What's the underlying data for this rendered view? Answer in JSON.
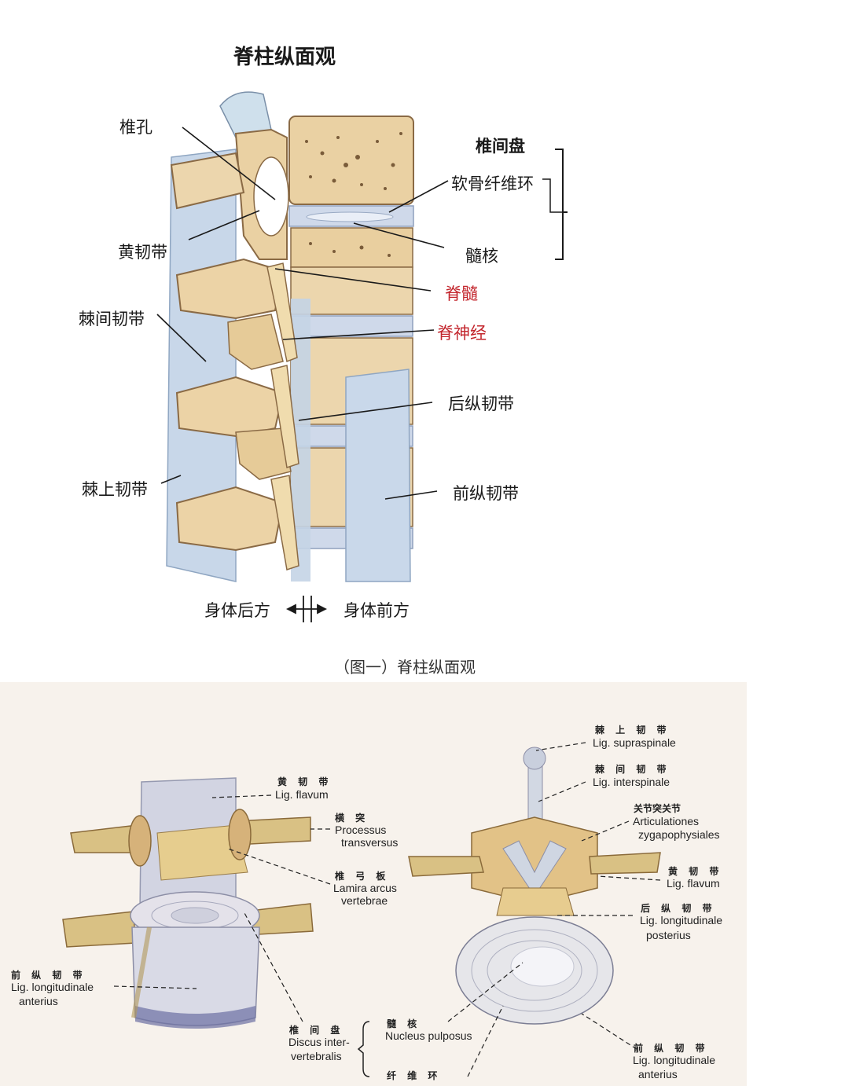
{
  "figure1": {
    "title": "脊柱纵面观",
    "labels": {
      "vertebral_foramen": "椎孔",
      "ligamentum_flavum": "黄韧带",
      "interspinous": "棘间韧带",
      "supraspinous": "棘上韧带",
      "disc": "椎间盘",
      "annulus": "软骨纤维环",
      "nucleus": "髓核",
      "spinal_cord": "脊髓",
      "spinal_nerve": "脊神经",
      "posterior_longitudinal": "后纵韧带",
      "anterior_longitudinal": "前纵韧带"
    },
    "direction_left": "身体后方",
    "direction_right": "身体前方",
    "caption": "（图一）脊柱纵面观"
  },
  "figure2": {
    "labels": {
      "flavum_cn": "黄 韧 带",
      "flavum_lat": "Lig. flavum",
      "transverse_cn": "横 突",
      "transverse_lat1": "Processus",
      "transverse_lat2": "transversus",
      "lamina_cn": "椎 弓 板",
      "lamina_lat1": "Lamira arcus",
      "lamina_lat2": "vertebrae",
      "ant_long_cn": "前 纵 韧 带",
      "ant_long_lat1": "Lig. longitudinale",
      "ant_long_lat2": "anterius",
      "disc_cn": "椎 间 盘",
      "disc_lat1": "Discus inter-",
      "disc_lat2": "vertebralis",
      "nucleus_cn": "髓 核",
      "nucleus_lat": "Nucleus pulposus",
      "annulus_cn": "纤 维 环",
      "supra_cn": "棘 上 韧 带",
      "supra_lat": "Lig. supraspinale",
      "inter_cn": "棘 间 韧 带",
      "inter_lat": "Lig. interspinale",
      "zyga_cn": "关节突关节",
      "zyga_lat1": "Articulationes",
      "zyga_lat2": "zygapophysiales",
      "flavum2_cn": "黄 韧 带",
      "flavum2_lat": "Lig. flavum",
      "post_long_cn": "后 纵 韧 带",
      "post_long_lat1": "Lig. longitudinale",
      "post_long_lat2": "posterius",
      "ant_long2_cn": "前 纵 韧 带",
      "ant_long2_lat1": "Lig. longitudinale",
      "ant_long2_lat2": "anterius"
    }
  },
  "colors": {
    "bone": "#ecd3a6",
    "bone_dark": "#c9a474",
    "ligament": "#c7d6e8",
    "accent_red": "#c3262d"
  }
}
